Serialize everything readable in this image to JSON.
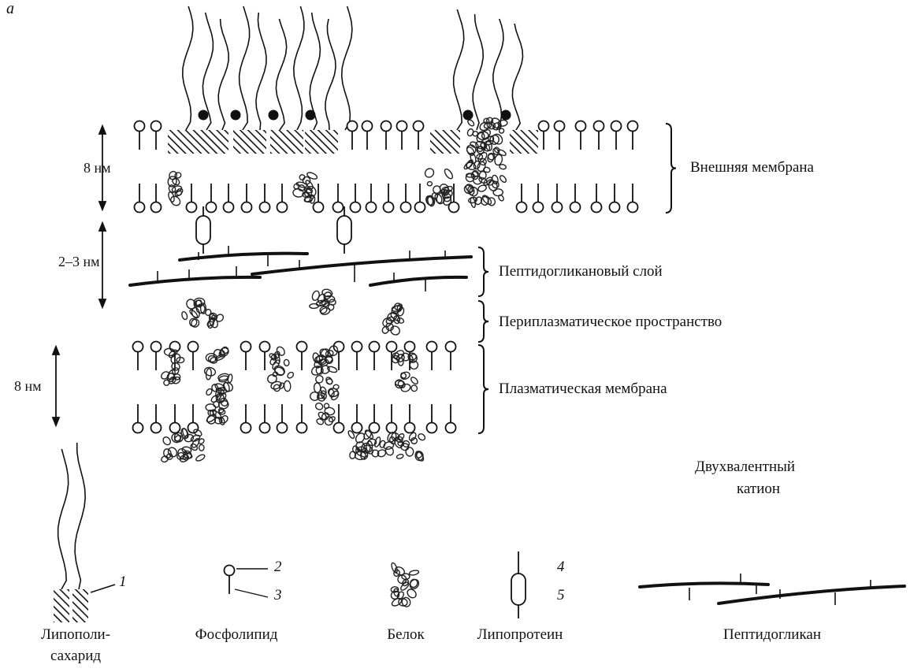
{
  "panel_letter": "а",
  "dimensions": {
    "outer_membrane_thickness": "8 нм",
    "peptidoglycan_thickness": "2–3 нм",
    "plasma_membrane_thickness": "8 нм"
  },
  "layers": {
    "outer_membrane": "Внешняя мембрана",
    "peptidoglycan_layer": "Пептидогликановый слой",
    "periplasmic_space": "Периплазматическое пространство",
    "plasma_membrane": "Плазматическая мембрана"
  },
  "cation_legend": {
    "line1": "Двухвалентный",
    "line2": "катион"
  },
  "legend": {
    "callouts": [
      "1",
      "2",
      "3",
      "4",
      "5"
    ],
    "lps_line1": "Липополи-",
    "lps_line2": "сахарид",
    "phospholipid": "Фосфолипид",
    "protein": "Белок",
    "lipoprotein": "Липопротеин",
    "peptidoglycan": "Пептидогликан"
  }
}
